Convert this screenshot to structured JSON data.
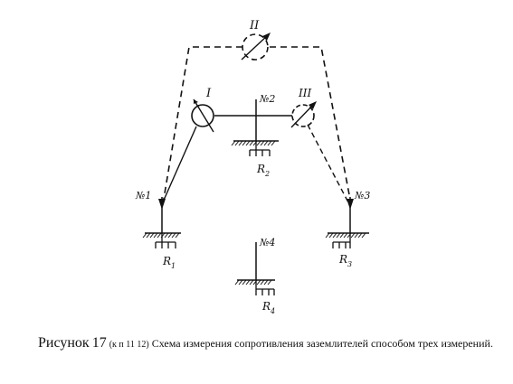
{
  "labels": {
    "meter_1": "I",
    "meter_2": "II",
    "meter_3": "III",
    "electrode_1": "№1",
    "electrode_2": "№2",
    "electrode_3": "№3",
    "electrode_4": "№4",
    "resistance_1": "R",
    "resistance_1_sub": "1",
    "resistance_2": "R",
    "resistance_2_sub": "2",
    "resistance_3": "R",
    "resistance_3_sub": "3",
    "resistance_4": "R",
    "resistance_4_sub": "4"
  },
  "caption": {
    "figure_word": "Рисунок",
    "figure_number": "17",
    "reference": "(к п  11 12)",
    "text": "Схема измерения сопротивления заземлителей способом трех измерений."
  },
  "colors": {
    "ink": "#111111",
    "background": "#ffffff"
  }
}
